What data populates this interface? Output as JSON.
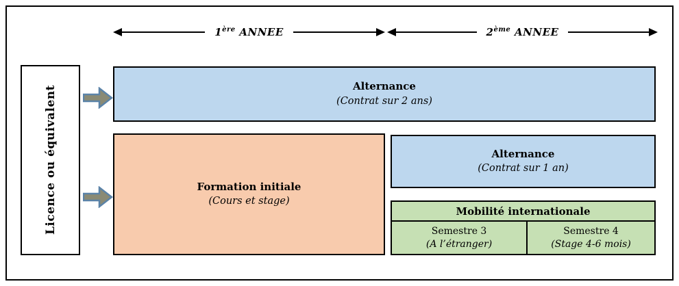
{
  "diagram": {
    "entry": {
      "label": "Licence ou équivalent"
    },
    "timeline": {
      "year1": {
        "num": "1",
        "sup": "ère",
        "rest": " ANNEE"
      },
      "year2": {
        "num": "2",
        "sup": "ème",
        "rest": " ANNEE"
      }
    },
    "tracks": {
      "alternance_2ans": {
        "title": "Alternance",
        "subtitle": "(Contrat sur 2 ans)"
      },
      "formation_initiale": {
        "title": "Formation initiale",
        "subtitle": "(Cours et stage)"
      },
      "alternance_1an": {
        "title": "Alternance",
        "subtitle": "(Contrat sur 1 an)"
      },
      "mobilite": {
        "header": "Mobilité internationale",
        "cells": [
          {
            "title": "Semestre 3",
            "subtitle": "(A l’étranger)"
          },
          {
            "title": "Semestre 4",
            "subtitle": "(Stage 4-6 mois)"
          }
        ]
      }
    },
    "colors": {
      "blue": "#BDD7EE",
      "orange": "#F8CBAD",
      "green": "#C6E0B4",
      "arrow_fill": "#8A8A74",
      "arrow_border": "#5B83A8",
      "border": "#000000"
    }
  }
}
